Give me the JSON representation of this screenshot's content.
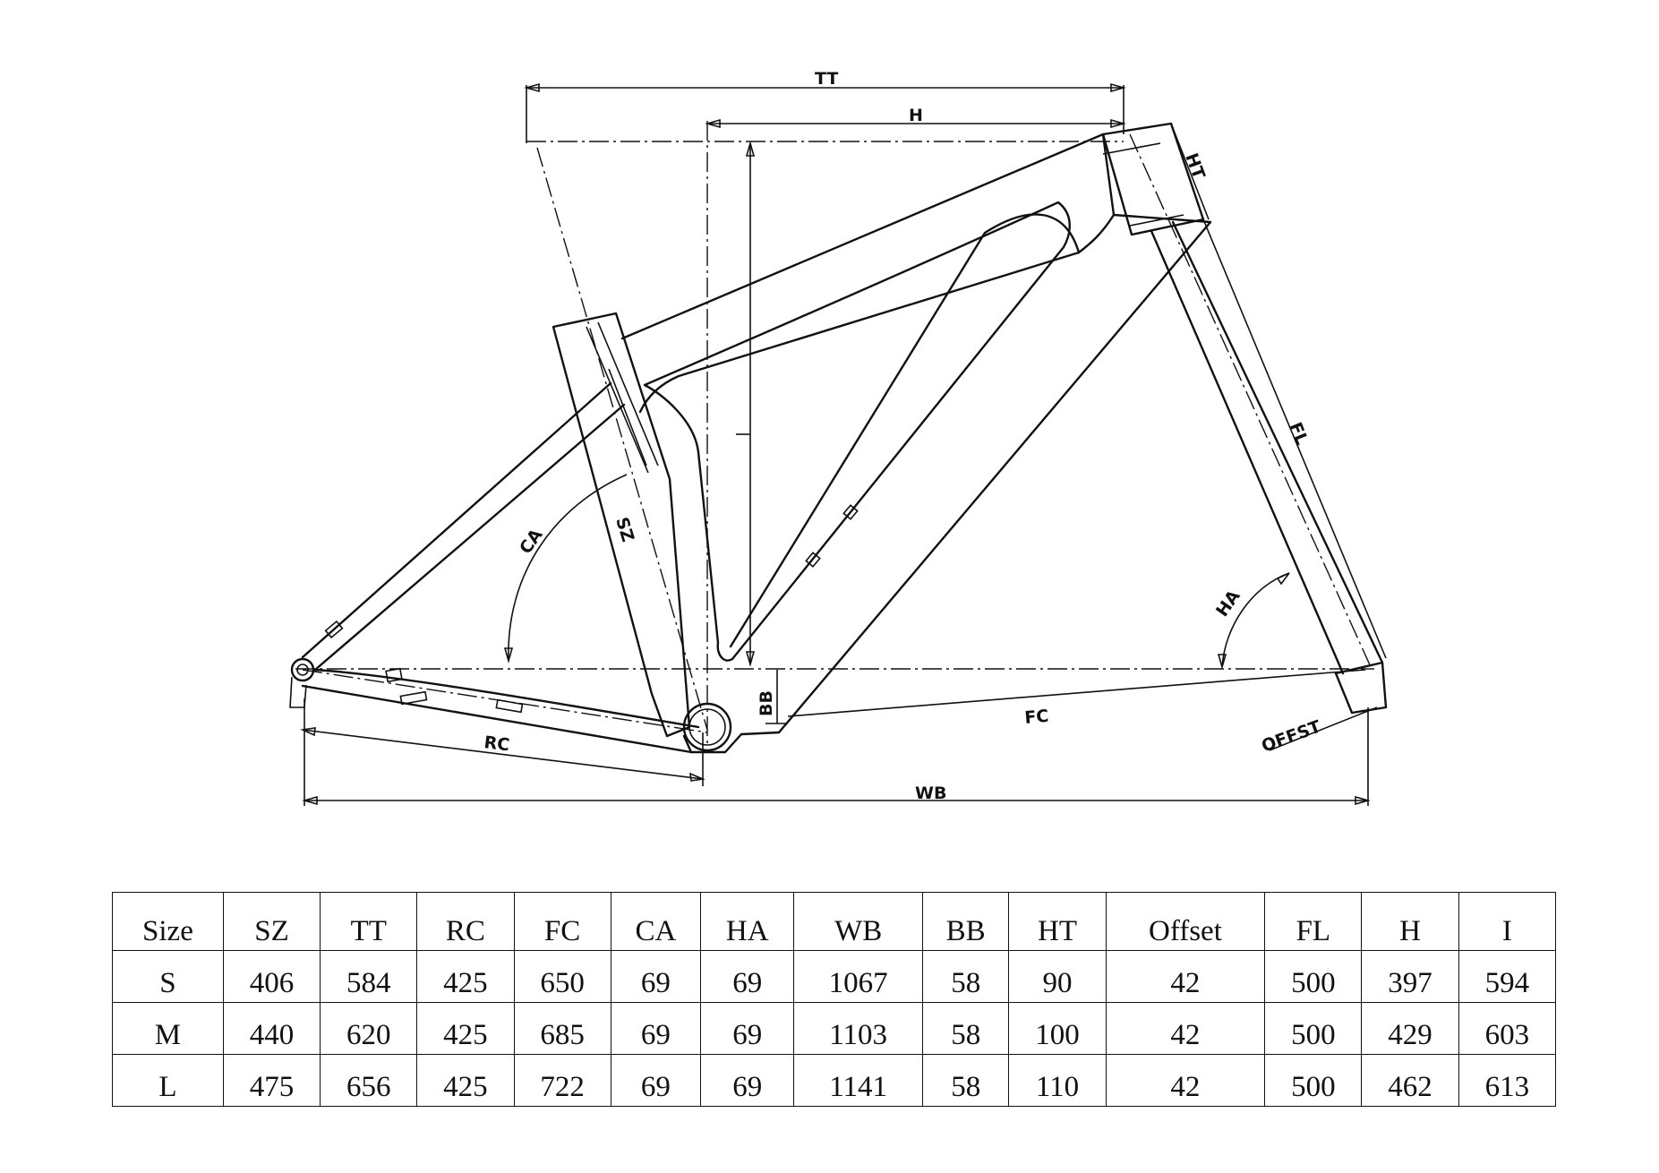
{
  "diagram": {
    "labels": {
      "tt": "TT",
      "h": "H",
      "ht": "HT",
      "fl": "FL",
      "ca": "CA",
      "sz": "SZ",
      "ha": "HA",
      "bb": "BB",
      "fc": "FC",
      "rc": "RC",
      "offset": "OFFST",
      "wb": "WB"
    }
  },
  "table": {
    "headers": [
      "Size",
      "SZ",
      "TT",
      "RC",
      "FC",
      "CA",
      "HA",
      "WB",
      "BB",
      "HT",
      "Offset",
      "FL",
      "H",
      "I"
    ],
    "rows": [
      [
        "S",
        "406",
        "584",
        "425",
        "650",
        "69",
        "69",
        "1067",
        "58",
        "90",
        "42",
        "500",
        "397",
        "594"
      ],
      [
        "M",
        "440",
        "620",
        "425",
        "685",
        "69",
        "69",
        "1103",
        "58",
        "100",
        "42",
        "500",
        "429",
        "603"
      ],
      [
        "L",
        "475",
        "656",
        "425",
        "722",
        "69",
        "69",
        "1141",
        "58",
        "110",
        "42",
        "500",
        "462",
        "613"
      ]
    ]
  }
}
